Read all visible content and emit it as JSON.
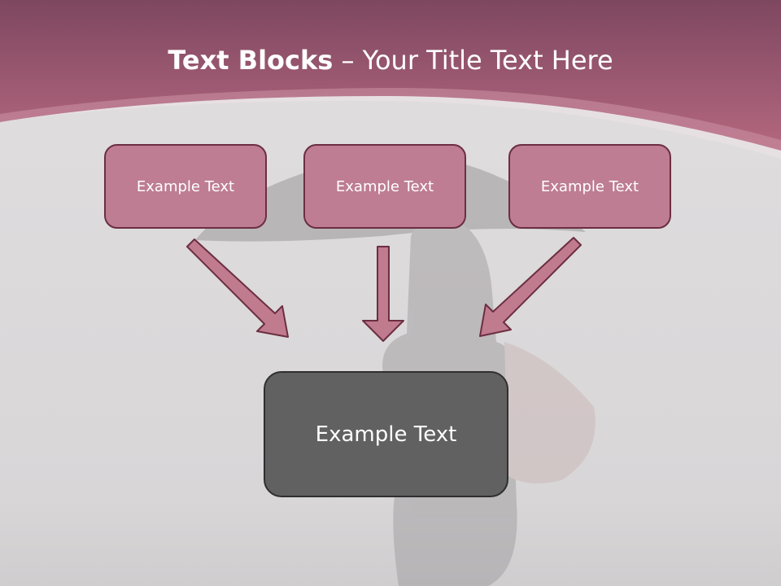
{
  "title": {
    "bold": "Text Blocks",
    "rest": " – Your Title Text Here"
  },
  "blocks": {
    "left": "Example Text",
    "center": "Example Text",
    "right": "Example Text",
    "result": "Example Text"
  },
  "colors": {
    "header": "#a75d78",
    "block_fill": "#be7d92",
    "block_border": "#6c2e42",
    "result_fill": "#616161",
    "arrow_fill": "#c07b8e"
  }
}
